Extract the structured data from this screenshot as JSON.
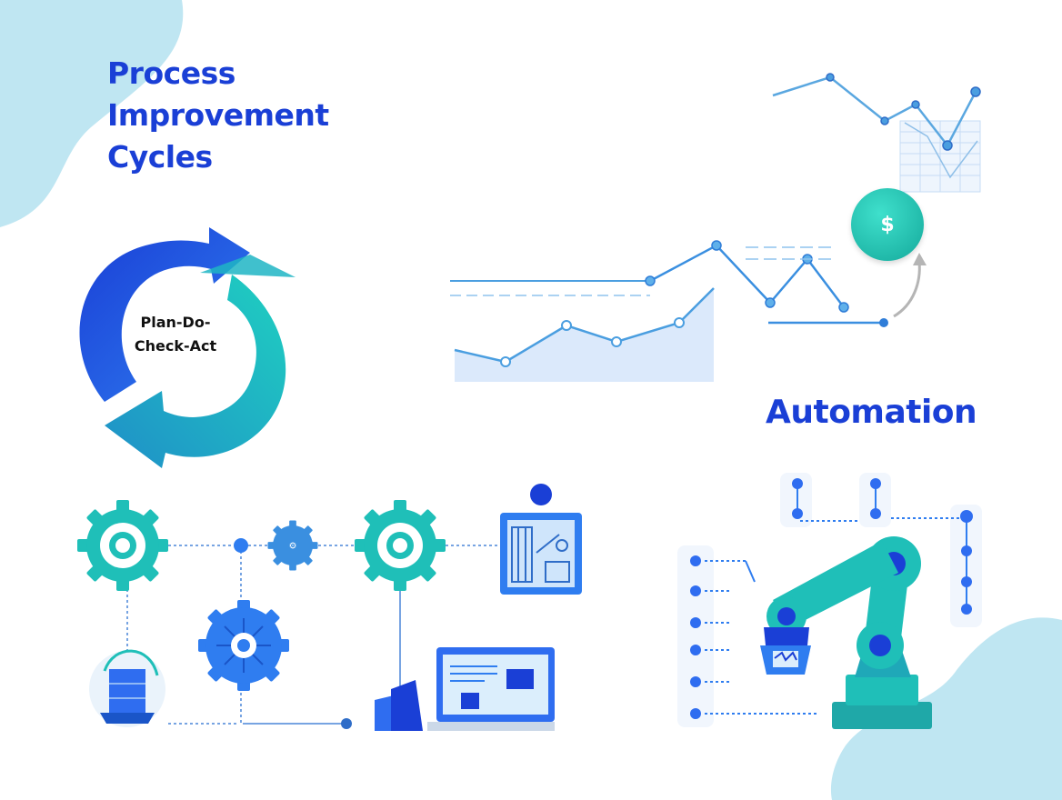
{
  "title": {
    "line1": "Process",
    "line2": "Improvement",
    "line3": "Cycles"
  },
  "cycle": {
    "label_line1": "Plan-Do-",
    "label_line2": "Check-Act"
  },
  "finance": {
    "currency_symbol": "$"
  },
  "automation": {
    "title": "Automation"
  },
  "colors": {
    "blue": "#1a3fd6",
    "royal": "#2f6df0",
    "teal": "#1fbfb8",
    "light": "#bfe6f2",
    "chart_fill": "#dbe9fb"
  },
  "icons": [
    "cycle-arrows-icon",
    "gear-icon",
    "dollar-coin-icon",
    "line-chart-icon",
    "blueprint-icon",
    "monitor-icon",
    "robot-arm-icon",
    "server-stack-icon"
  ]
}
